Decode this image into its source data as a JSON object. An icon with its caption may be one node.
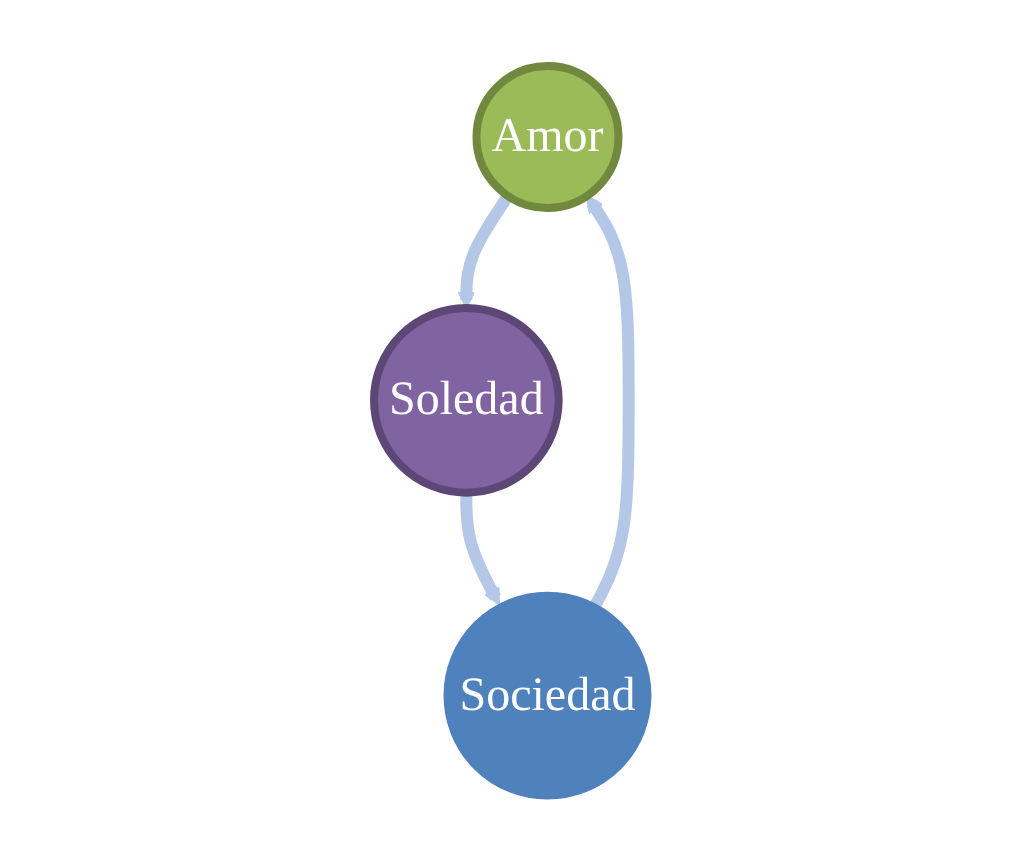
{
  "diagram": {
    "nodes": [
      {
        "text": [
          "Amor"
        ]
      },
      {
        "text": [
          "Soledad"
        ]
      },
      {
        "text": [
          "Sociedad"
        ]
      }
    ],
    "edges": [
      {
        "from": 0,
        "to": 1,
        "arrow": "to"
      },
      {
        "from": 1,
        "to": 2,
        "arrow": "to"
      },
      {
        "from": 2,
        "to": 0,
        "arrow": "to"
      }
    ]
  }
}
